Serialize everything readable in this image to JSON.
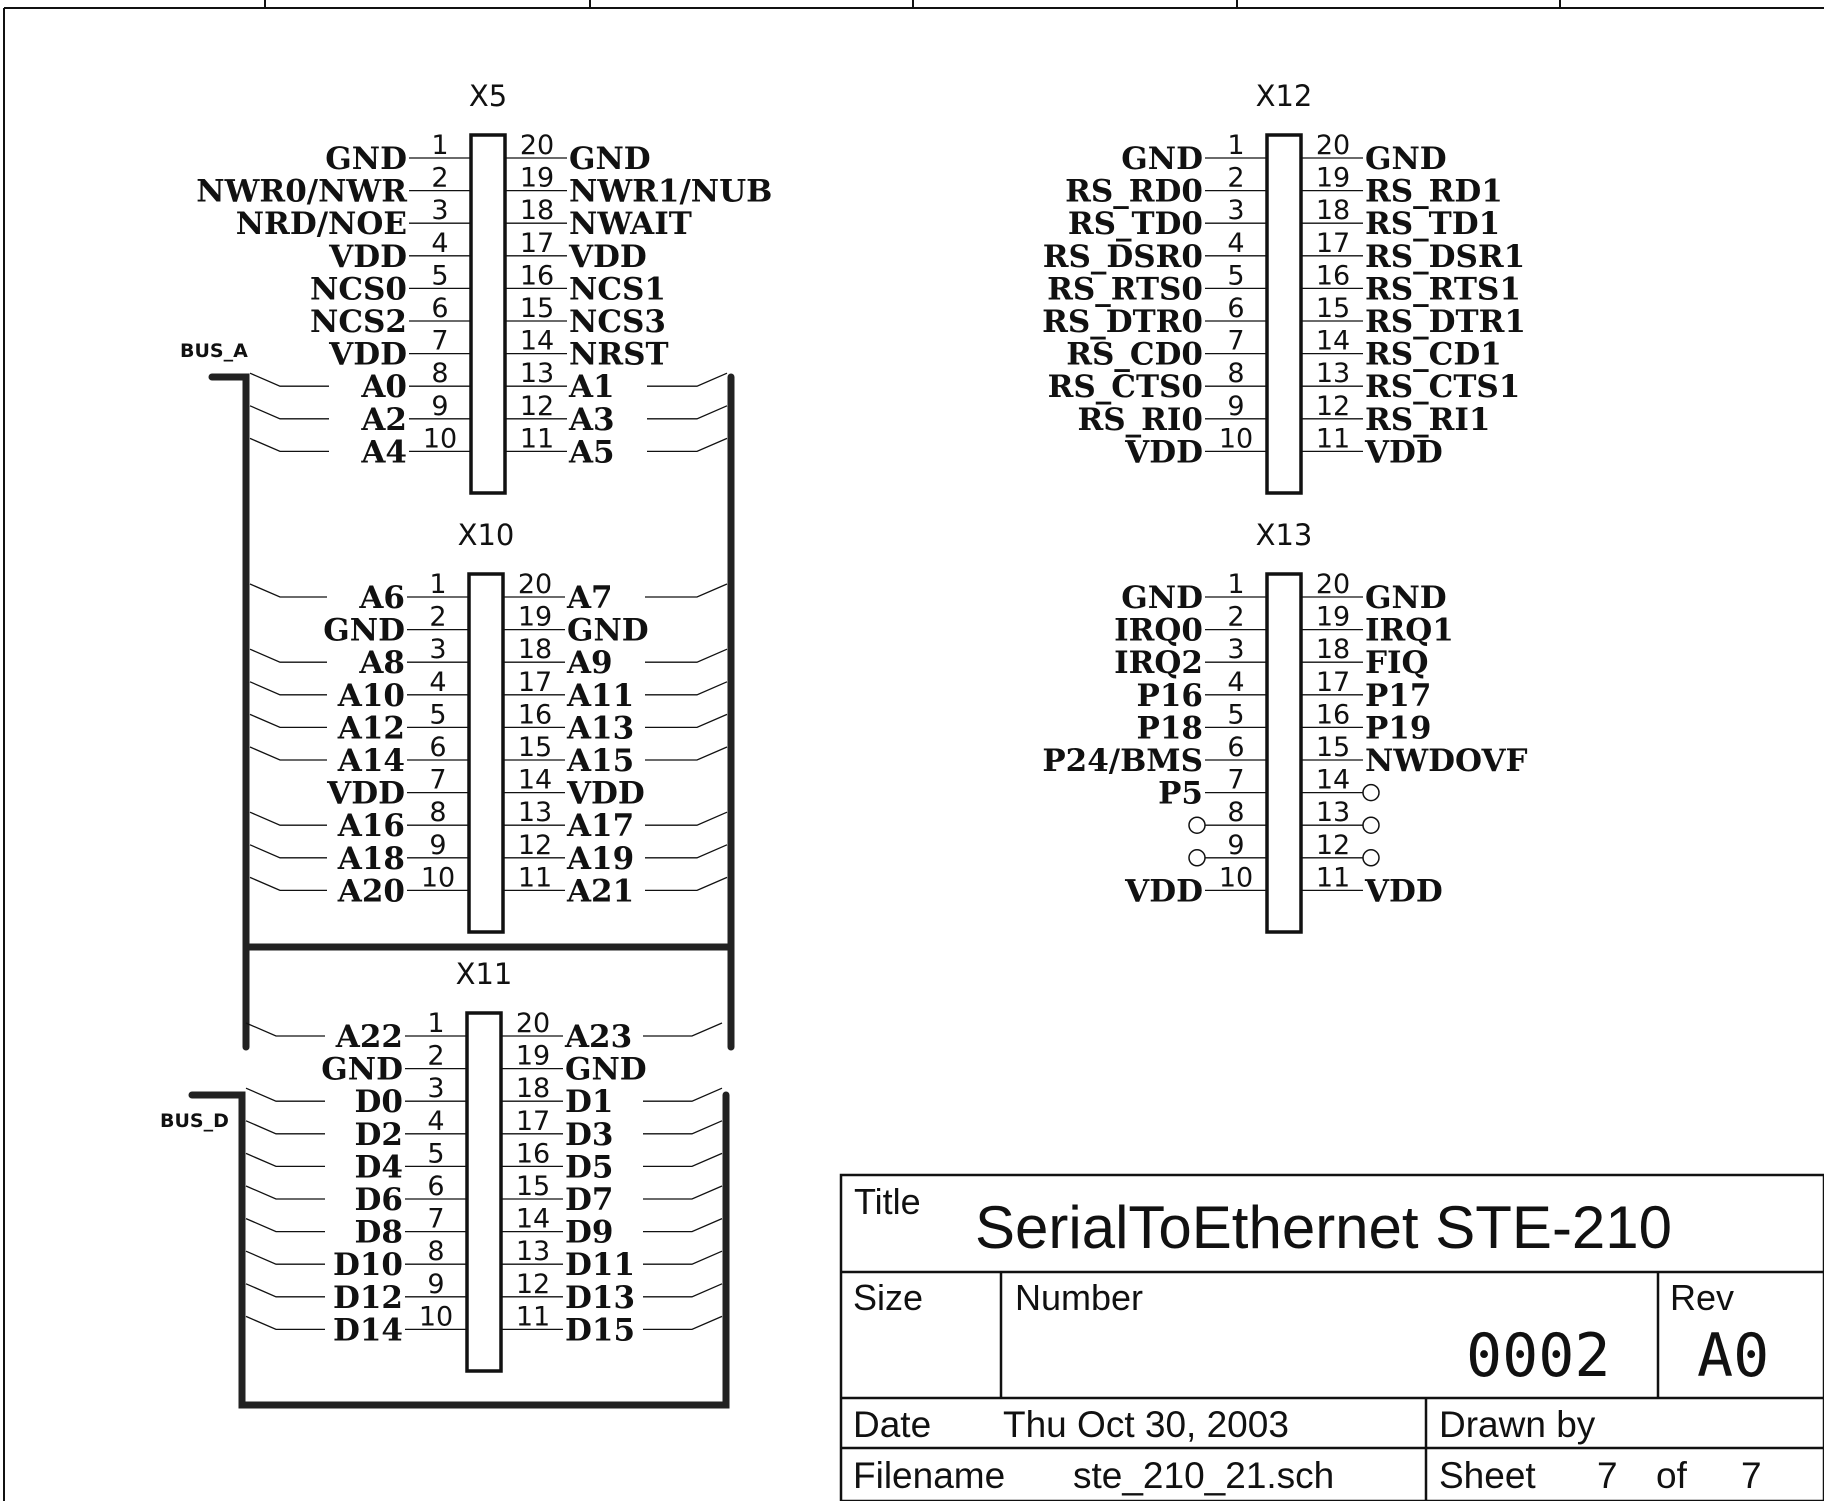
{
  "buses": {
    "a": "BUS_A",
    "d": "BUS_D"
  },
  "connectors": [
    {
      "ref": "X5",
      "left": [
        "GND",
        "NWR0/NWR",
        "NRD/NOE",
        "VDD",
        "NCS0",
        "NCS2",
        "VDD",
        "A0",
        "A2",
        "A4"
      ],
      "right": [
        "GND",
        "NWR1/NUB",
        "NWAIT",
        "VDD",
        "NCS1",
        "NCS3",
        "NRST",
        "A1",
        "A3",
        "A5"
      ]
    },
    {
      "ref": "X10",
      "left": [
        "A6",
        "GND",
        "A8",
        "A10",
        "A12",
        "A14",
        "VDD",
        "A16",
        "A18",
        "A20"
      ],
      "right": [
        "A7",
        "GND",
        "A9",
        "A11",
        "A13",
        "A15",
        "VDD",
        "A17",
        "A19",
        "A21"
      ]
    },
    {
      "ref": "X11",
      "left": [
        "A22",
        "GND",
        "D0",
        "D2",
        "D4",
        "D6",
        "D8",
        "D10",
        "D12",
        "D14"
      ],
      "right": [
        "A23",
        "GND",
        "D1",
        "D3",
        "D5",
        "D7",
        "D9",
        "D11",
        "D13",
        "D15"
      ]
    },
    {
      "ref": "X12",
      "left": [
        "GND",
        "RS_RD0",
        "RS_TD0",
        "RS_DSR0",
        "RS_RTS0",
        "RS_DTR0",
        "RS_CD0",
        "RS_CTS0",
        "RS_RI0",
        "VDD"
      ],
      "right": [
        "GND",
        "RS_RD1",
        "RS_TD1",
        "RS_DSR1",
        "RS_RTS1",
        "RS_DTR1",
        "RS_CD1",
        "RS_CTS1",
        "RS_RI1",
        "VDD"
      ]
    },
    {
      "ref": "X13",
      "left": [
        "GND",
        "IRQ0",
        "IRQ2",
        "P16",
        "P18",
        "P24/BMS",
        "P5",
        "",
        "",
        "VDD"
      ],
      "right": [
        "GND",
        "IRQ1",
        "FIQ",
        "P17",
        "P19",
        "NWDOVF",
        "",
        "",
        "",
        "VDD"
      ]
    }
  ],
  "pin_numbers": {
    "left": [
      "1",
      "2",
      "3",
      "4",
      "5",
      "6",
      "7",
      "8",
      "9",
      "10"
    ],
    "right": [
      "20",
      "19",
      "18",
      "17",
      "16",
      "15",
      "14",
      "13",
      "12",
      "11"
    ]
  },
  "title_block": {
    "title_label": "Title",
    "title": "SerialToEthernet STE-210",
    "size_label": "Size",
    "number_label": "Number",
    "number": "0002",
    "rev_label": "Rev",
    "rev": "A0",
    "date_label": "Date",
    "date": "Thu Oct 30, 2003",
    "drawn_by_label": "Drawn by",
    "filename_label": "Filename",
    "filename": "ste_210_21.sch",
    "sheet_label": "Sheet",
    "sheet_num": "7",
    "of_label": "of",
    "sheet_total": "7"
  }
}
